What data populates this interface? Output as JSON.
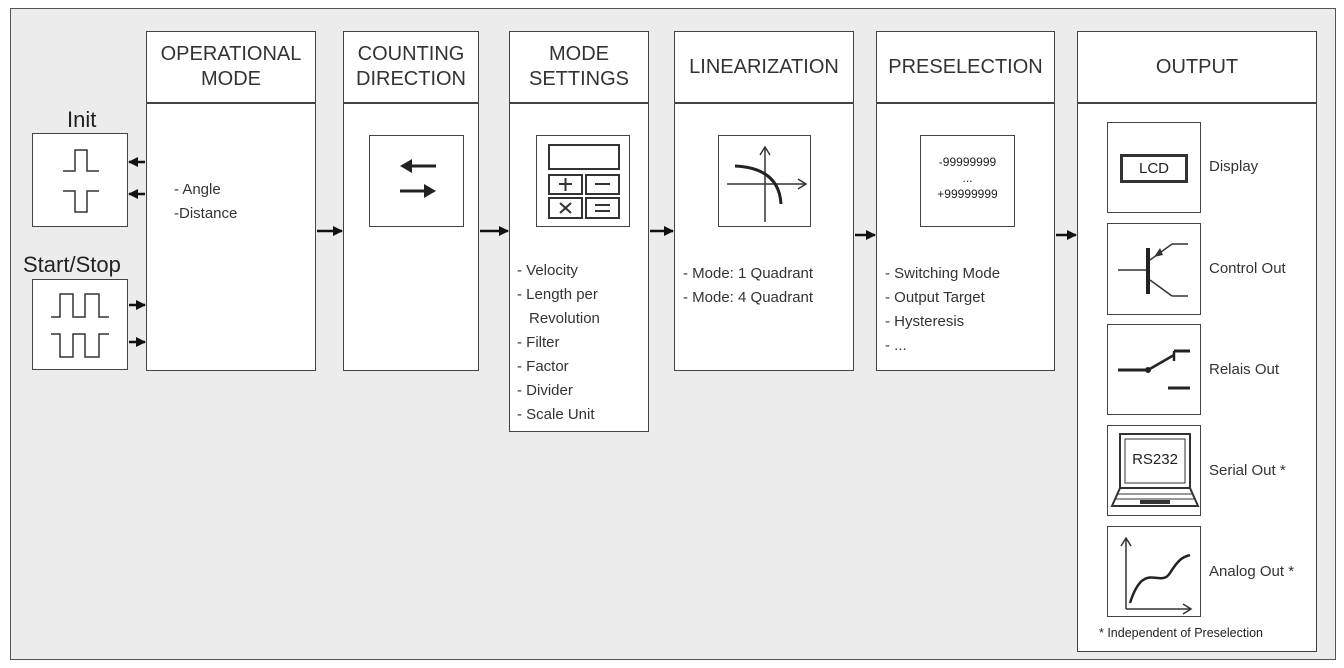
{
  "inputs": {
    "init_label": "Init",
    "startstop_label": "Start/Stop"
  },
  "stages": {
    "operational_mode": {
      "title": "OPERATIONAL\nMODE",
      "items": [
        "- Angle",
        "-Distance"
      ]
    },
    "counting_direction": {
      "title": "COUNTING\nDIRECTION"
    },
    "mode_settings": {
      "title": "MODE\nSETTINGS",
      "items": [
        "- Velocity",
        "- Length per",
        "  Revolution",
        "- Filter",
        "- Factor",
        "- Divider",
        "- Scale Unit"
      ]
    },
    "linearization": {
      "title": "LINEARIZATION",
      "items": [
        "- Mode: 1 Quadrant",
        "- Mode: 4 Quadrant"
      ]
    },
    "preselection": {
      "title": "PRESELECTION",
      "range": [
        "-99999999",
        "...",
        "+99999999"
      ],
      "items": [
        "- Switching Mode",
        "- Output Target",
        "- Hysteresis",
        "- ..."
      ]
    },
    "output": {
      "title": "OUTPUT",
      "lcd_text": "LCD",
      "rs232_text": "RS232",
      "items": [
        "Display",
        "Control Out",
        "Relais Out",
        "Serial Out *",
        "Analog Out *"
      ],
      "footnote": "* Independent of Preselection"
    }
  }
}
